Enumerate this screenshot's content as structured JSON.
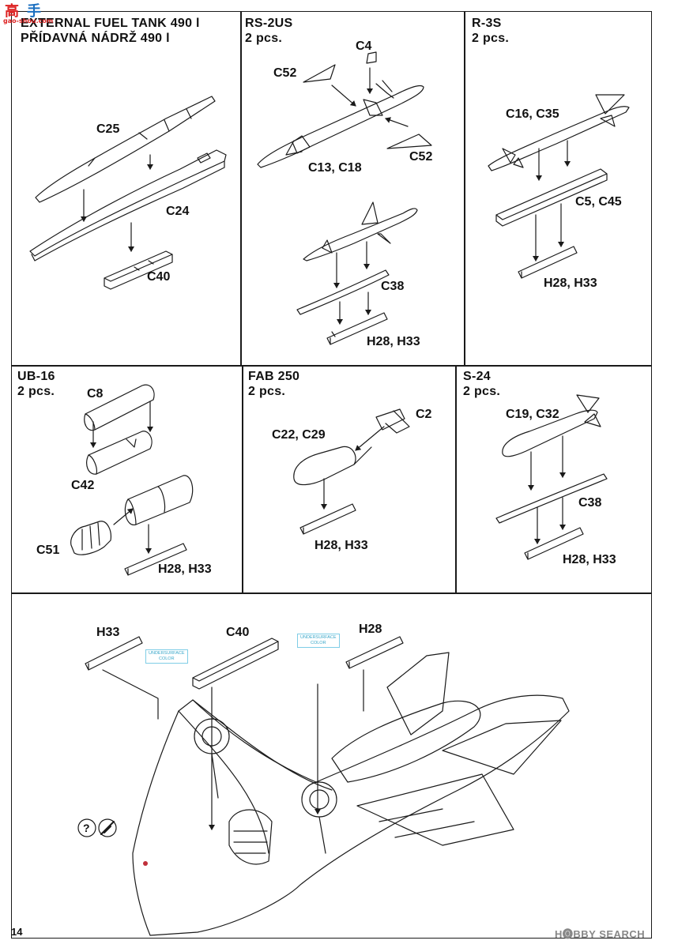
{
  "watermark": {
    "top_left": [
      "高",
      "手",
      "gao-shou.com"
    ],
    "bottom_right": "H🅞BBY SEARCH"
  },
  "page_number": "14",
  "panels": {
    "fuel_tank": {
      "title_en": "EXTERNAL FUEL TANK 490 l",
      "title_cz": "PŘÍDAVNÁ NÁDRŽ 490 l",
      "parts": [
        "C25",
        "C24",
        "C40"
      ]
    },
    "rs2us": {
      "title": "RS-2US",
      "qty": "2 pcs.",
      "parts": [
        "C4",
        "C52",
        "C13, C18",
        "C52",
        "C38",
        "H28, H33"
      ]
    },
    "r3s": {
      "title": "R-3S",
      "qty": "2 pcs.",
      "parts": [
        "C16, C35",
        "C5, C45",
        "H28, H33"
      ]
    },
    "ub16": {
      "title": "UB-16",
      "qty": "2 pcs.",
      "parts": [
        "C8",
        "C42",
        "C51",
        "H28, H33"
      ]
    },
    "fab250": {
      "title": "FAB 250",
      "qty": "2 pcs.",
      "parts": [
        "C2",
        "C22, C29",
        "H28, H33"
      ]
    },
    "s24": {
      "title": "S-24",
      "qty": "2 pcs.",
      "parts": [
        "C19, C32",
        "C38",
        "H28, H33"
      ]
    },
    "airframe": {
      "parts": [
        "H33",
        "C40",
        "H28"
      ],
      "note_left": [
        "UNDERSURFACE",
        "COLOR"
      ],
      "note_right": [
        "UNDERSURFACE",
        "COLOR"
      ],
      "symbol_optional": "?"
    }
  }
}
